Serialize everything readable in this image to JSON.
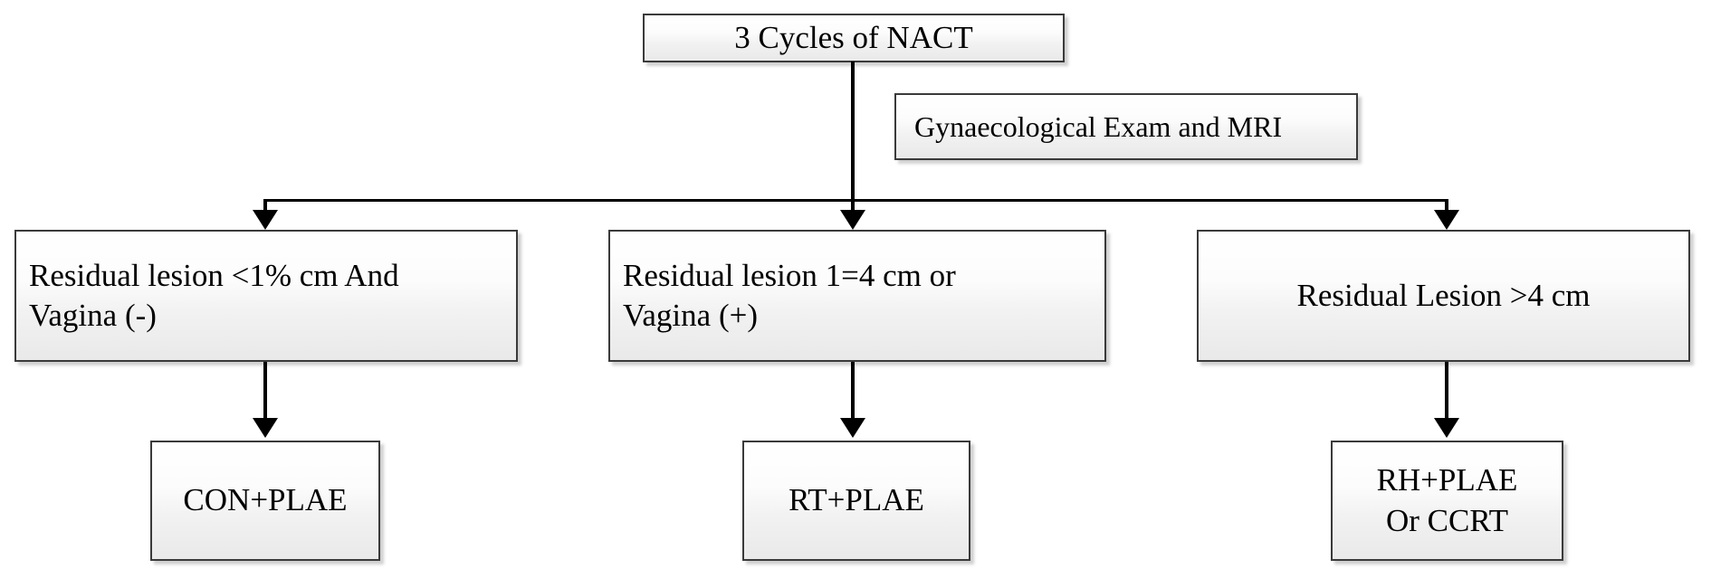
{
  "diagram": {
    "title": "NACT response assessment and treatment allocation flowchart",
    "colors": {
      "node_border": "#3a3a3a",
      "node_fill_top": "#ffffff",
      "node_fill_bottom": "#e9e9e9",
      "connector": "#000000",
      "background": "#ffffff"
    },
    "nodes": {
      "nact": {
        "label": "3 Cycles of NACT"
      },
      "exam": {
        "label": "Gynaecological Exam and MRI"
      },
      "residual_small": {
        "label": "Residual lesion <1% cm And\nVagina (-)"
      },
      "residual_mid": {
        "label": "Residual lesion 1=4 cm or\nVagina (+)"
      },
      "residual_large": {
        "label": "Residual Lesion >4 cm"
      },
      "treatment_left": {
        "label": "CON+PLAE"
      },
      "treatment_center": {
        "label": "RT+PLAE"
      },
      "treatment_right": {
        "label": "RH+PLAE\nOr CCRT"
      }
    },
    "connectors": [
      {
        "name": "nact-to-distribution",
        "from": "nact",
        "to": "distribution-bar",
        "arrow": false
      },
      {
        "name": "distribution-to-residual-small",
        "from": "distribution-bar",
        "to": "residual_small",
        "arrow": true
      },
      {
        "name": "distribution-to-residual-mid",
        "from": "distribution-bar",
        "to": "residual_mid",
        "arrow": true
      },
      {
        "name": "distribution-to-residual-large",
        "from": "distribution-bar",
        "to": "residual_large",
        "arrow": true
      },
      {
        "name": "residual-small-to-treatment-left",
        "from": "residual_small",
        "to": "treatment_left",
        "arrow": true
      },
      {
        "name": "residual-mid-to-treatment-center",
        "from": "residual_mid",
        "to": "treatment_center",
        "arrow": true
      },
      {
        "name": "residual-large-to-treatment-right",
        "from": "residual_large",
        "to": "treatment_right",
        "arrow": true
      }
    ]
  }
}
